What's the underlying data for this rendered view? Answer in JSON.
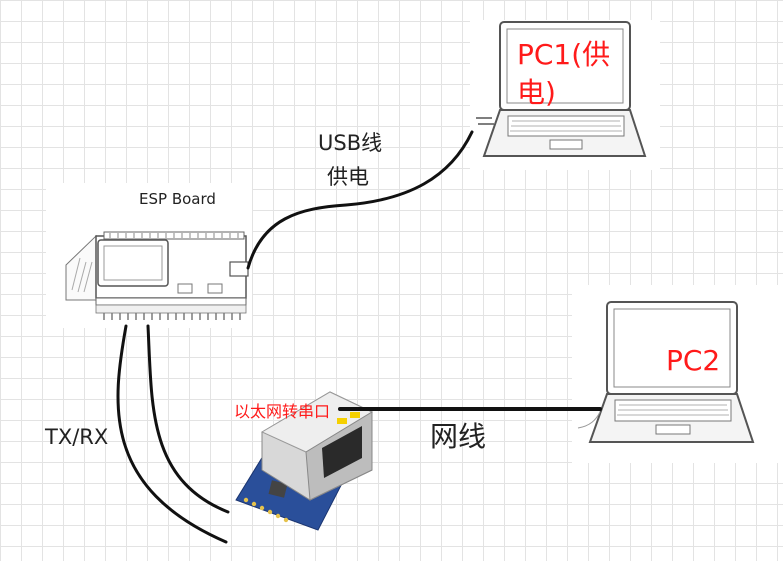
{
  "labels": {
    "usb_line": "USB线",
    "usb_power": "供电",
    "esp_board": "ESP Board",
    "pc1": "PC1(供电)",
    "pc2": "PC2",
    "eth_module": "以太网转串口",
    "network_cable": "网线",
    "txrx": "TX/RX"
  },
  "colors": {
    "red_label": "#ff1a1a",
    "cable": "#000000",
    "grid": "#e3e3e3"
  },
  "icons": [
    "laptop-icon",
    "esp-board-icon",
    "ethernet-serial-module-icon"
  ]
}
